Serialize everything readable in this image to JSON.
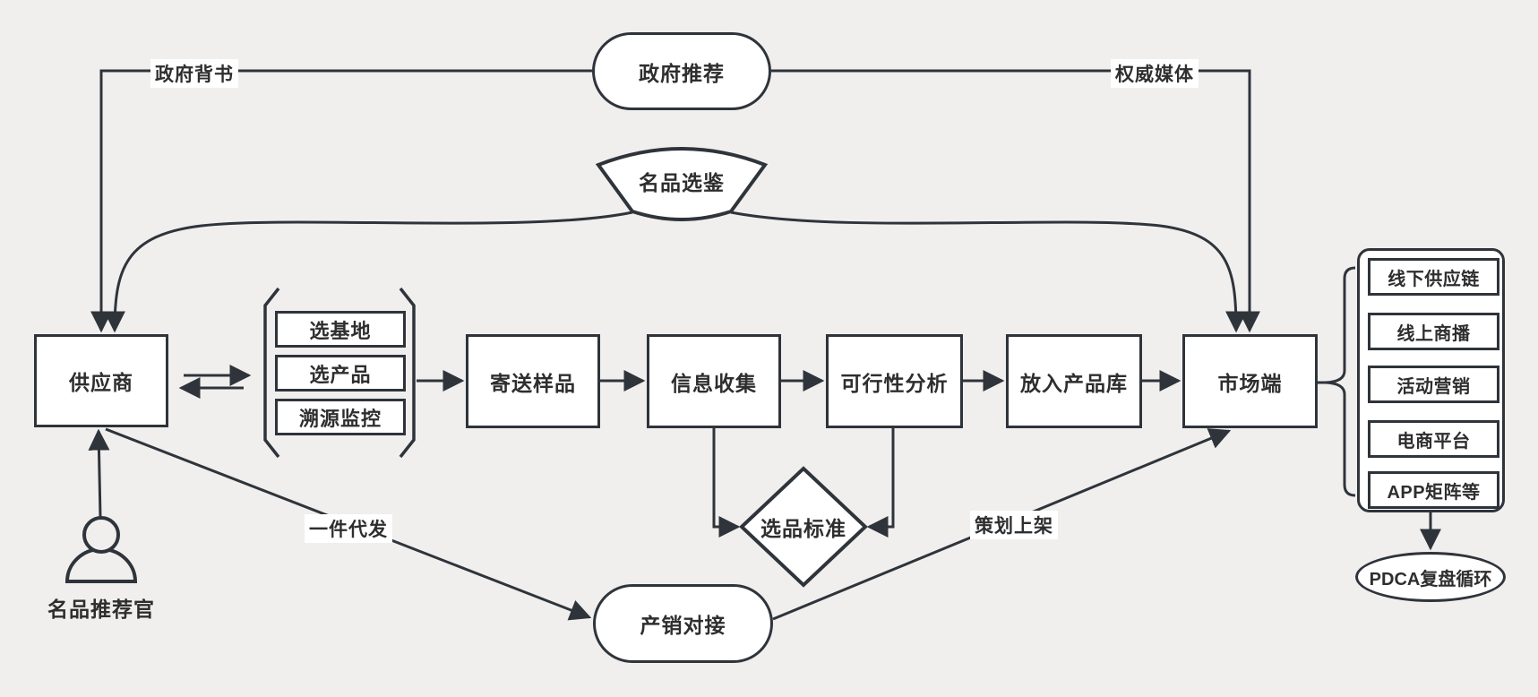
{
  "nodes": {
    "gov_recommend": "政府推荐",
    "famous_selection": "名品选鉴",
    "supplier": "供应商",
    "recommender": "名品推荐官",
    "pick_base": "选基地",
    "pick_product": "选产品",
    "trace_monitor": "溯源监控",
    "send_sample": "寄送样品",
    "info_collect": "信息收集",
    "feasibility": "可行性分析",
    "product_pool": "放入产品库",
    "market_side": "市场端",
    "selection_standard": "选品标准",
    "production_sales": "产销对接",
    "pdca": "PDCA复盘循环"
  },
  "channels": [
    "线下供应链",
    "线上商播",
    "活动营销",
    "电商平台",
    "APP矩阵等"
  ],
  "edge_labels": {
    "gov_endorse": "政府背书",
    "authority_media": "权威媒体",
    "dropship": "一件代发",
    "plan_launch": "策划上架"
  },
  "icons": {
    "recommender_icon": "person-outline-icon"
  },
  "colors": {
    "background": "#f0efee",
    "stroke": "#2f343b",
    "node_fill": "#ffffff",
    "text": "#2e2e2e"
  }
}
